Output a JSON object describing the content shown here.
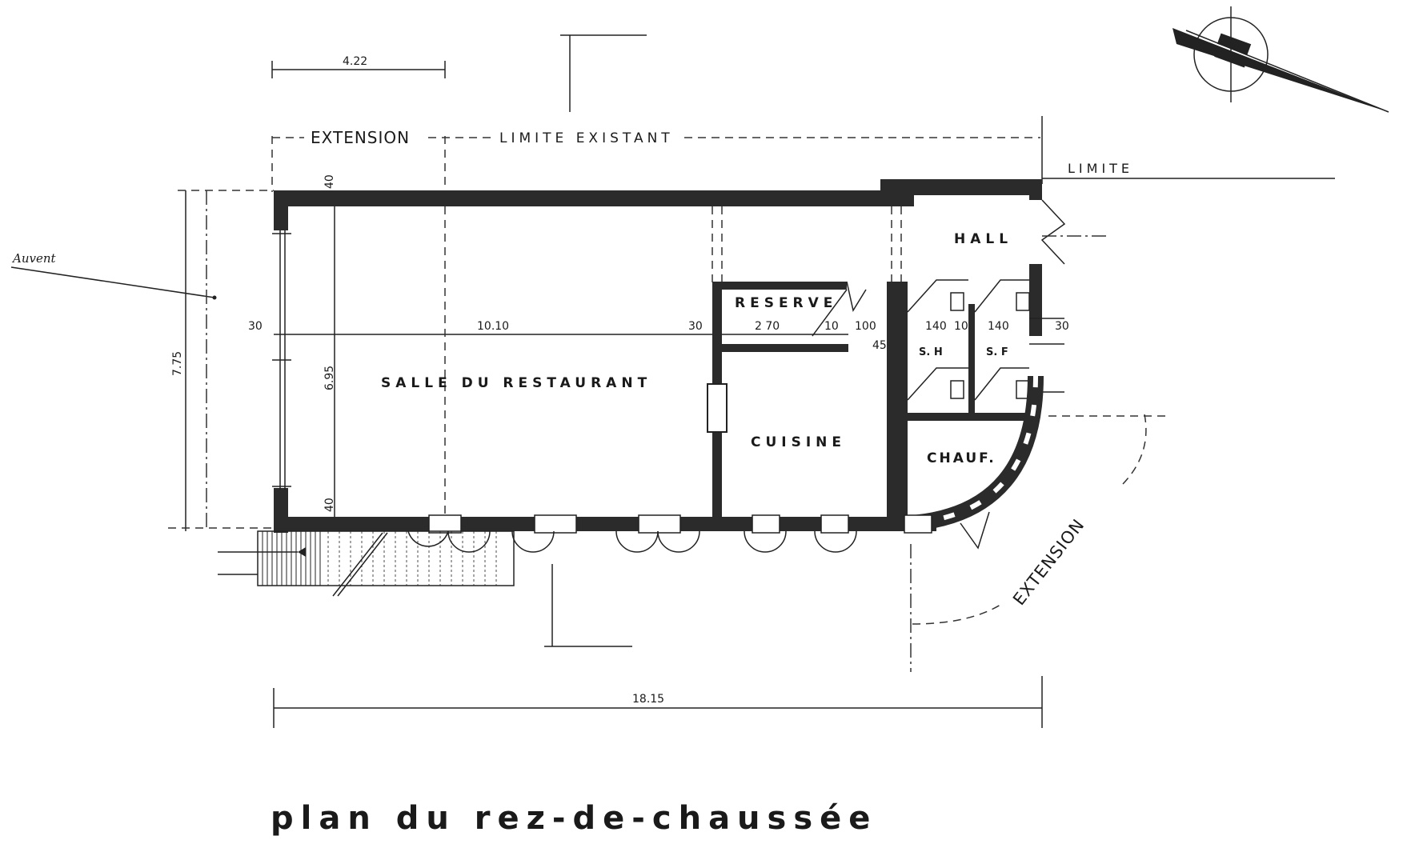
{
  "labels": {
    "auvent": "Auvent",
    "extension_top": "EXTENSION",
    "limite_existant": "LIMITE EXISTANT",
    "limite": "LIMITE",
    "extension_right": "EXTENSION"
  },
  "rooms": {
    "salle": "SALLE DU RESTAURANT",
    "reserve": "RESERVE",
    "cuisine": "CUISINE",
    "hall": "HALL",
    "chauf": "CHAUF.",
    "sh1": "S. H",
    "sh2": "S. F"
  },
  "dimensions": {
    "d_4_22": "4.22",
    "d_40_top": "40",
    "d_40_bottom": "40",
    "d_30_left": "30",
    "d_10_10": "10.10",
    "d_30_mid": "30",
    "d_2_70": "2 70",
    "d_10": "10",
    "d_100": "100",
    "d_45": "45",
    "d_140a": "140",
    "d_10b": "10",
    "d_140b": "140",
    "d_30_right": "30",
    "d_6_95": "6.95",
    "d_7_75": "7.75",
    "d_18_15": "18.15"
  },
  "title": "plan du rez-de-chaussée"
}
